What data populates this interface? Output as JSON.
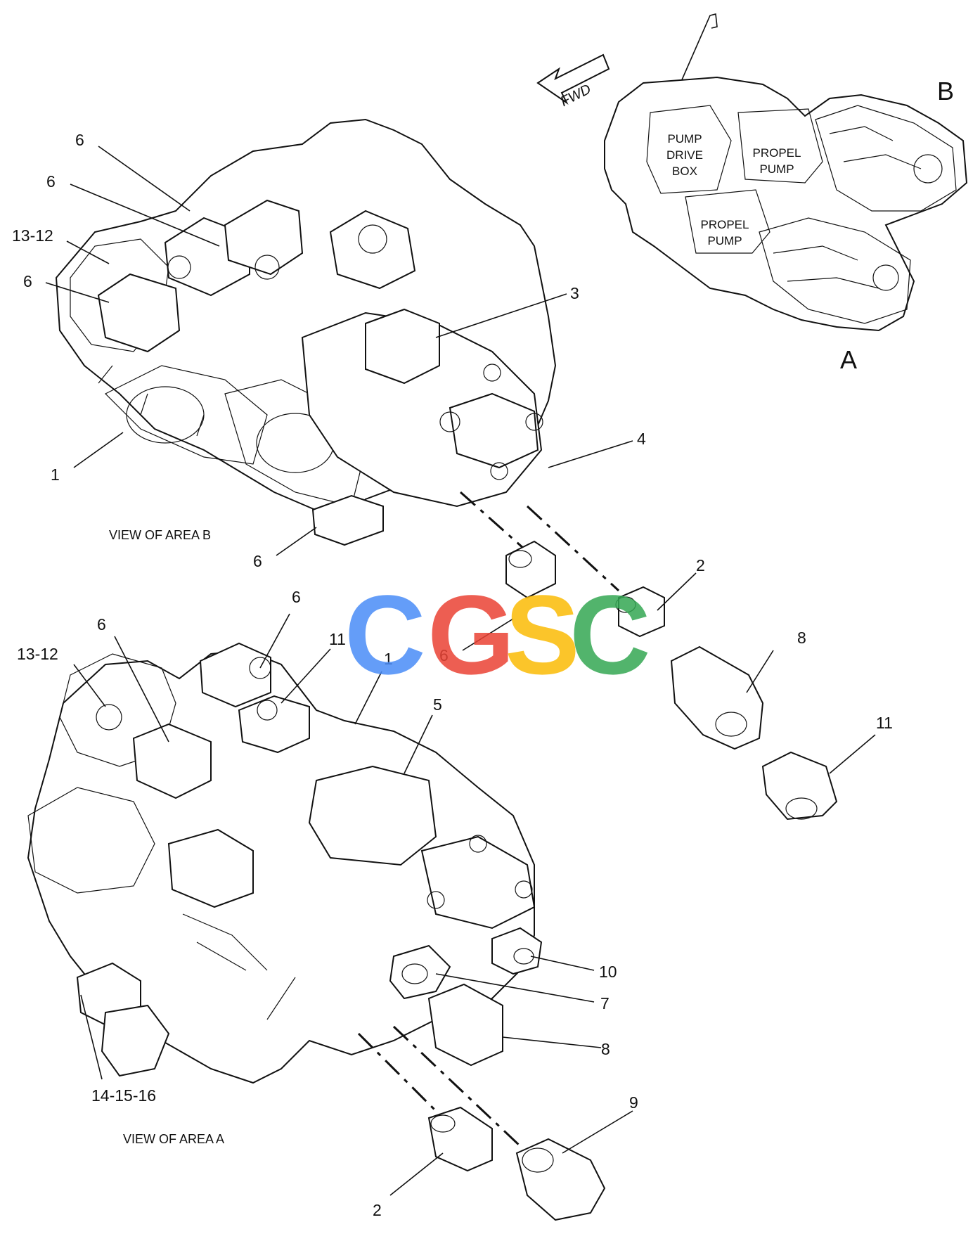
{
  "watermark": {
    "letters": [
      "C",
      "G",
      "S",
      "C"
    ],
    "colors": [
      "#4a8cf7",
      "#ea4335",
      "#fbbc05",
      "#34a853"
    ]
  },
  "views": {
    "area_b": "VIEW OF AREA B",
    "area_a": "VIEW OF AREA A"
  },
  "locator": {
    "fwd": "FWD",
    "pump_drive_box": [
      "PUMP",
      "DRIVE",
      "BOX"
    ],
    "propel_pump_upper": [
      "PROPEL",
      "PUMP"
    ],
    "propel_pump_lower": [
      "PROPEL",
      "PUMP"
    ],
    "area_b_letter": "B",
    "area_a_letter": "A"
  },
  "callouts": {
    "b_6a": "6",
    "b_6b": "6",
    "b_13_12": "13-12",
    "b_6c": "6",
    "b_3": "3",
    "b_4": "4",
    "b_1": "1",
    "b_6d": "6",
    "b_2": "2",
    "b_6e": "6",
    "b_8": "8",
    "b_11": "11",
    "a_6a": "6",
    "a_6b": "6",
    "a_11": "11",
    "a_1": "1",
    "a_13_12": "13-12",
    "a_5": "5",
    "a_10": "10",
    "a_7": "7",
    "a_8": "8",
    "a_14_15_16": "14-15-16",
    "a_9": "9",
    "a_2": "2"
  }
}
